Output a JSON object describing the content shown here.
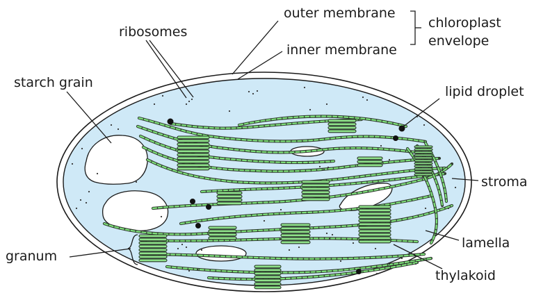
{
  "labels": {
    "outer_membrane": "outer membrane",
    "inner_membrane": "inner membrane",
    "envelope_line1": "chloroplast",
    "envelope_line2": "envelope",
    "ribosomes": "ribosomes",
    "starch_grain": "starch grain",
    "lipid_droplet": "lipid droplet",
    "stroma": "stroma",
    "granum": "granum",
    "lamella": "lamella",
    "thylakoid": "thylakoid"
  },
  "colors": {
    "stroma_fill": "#cfe9f7",
    "thylakoid_green": "#7fe27a",
    "outline": "#1a1a1a"
  }
}
